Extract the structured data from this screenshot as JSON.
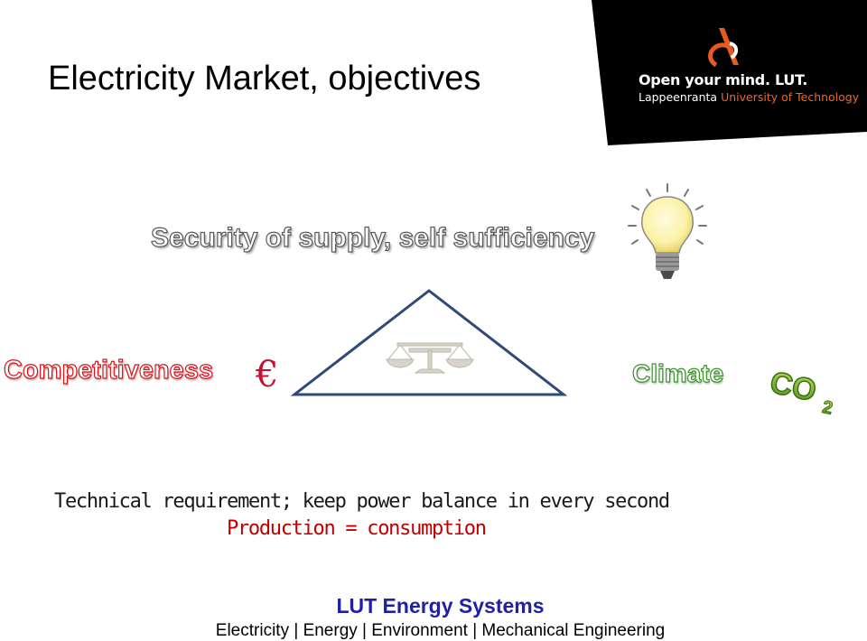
{
  "slide": {
    "title": "Electricity Market, objectives",
    "logo": {
      "tagline": "Open your mind. LUT.",
      "university_part1": "Lappeenranta ",
      "university_part2": "University of Technology"
    },
    "objectives": {
      "security": "Security of supply, self sufficiency",
      "competitiveness": "Competitiveness",
      "euro_symbol": "€",
      "climate": "Climate"
    },
    "technical_requirement": "Technical requirement; keep power balance in every second",
    "equation": "Production = consumption",
    "footer": {
      "title": "LUT Energy Systems",
      "subtitle": "Electricity | Energy | Environment | Mechanical Engineering"
    }
  },
  "colors": {
    "logo_background": "#000000",
    "logo_accent": "#f26522",
    "competitiveness": "#d4141c",
    "climate": "#3f8f2e",
    "triangle": "#2e4a7a",
    "equation": "#c00000",
    "footer_title": "#1f1fa8"
  },
  "icons": [
    "lut-logo-icon",
    "light-bulb-icon",
    "scales-icon",
    "co2-icon"
  ]
}
